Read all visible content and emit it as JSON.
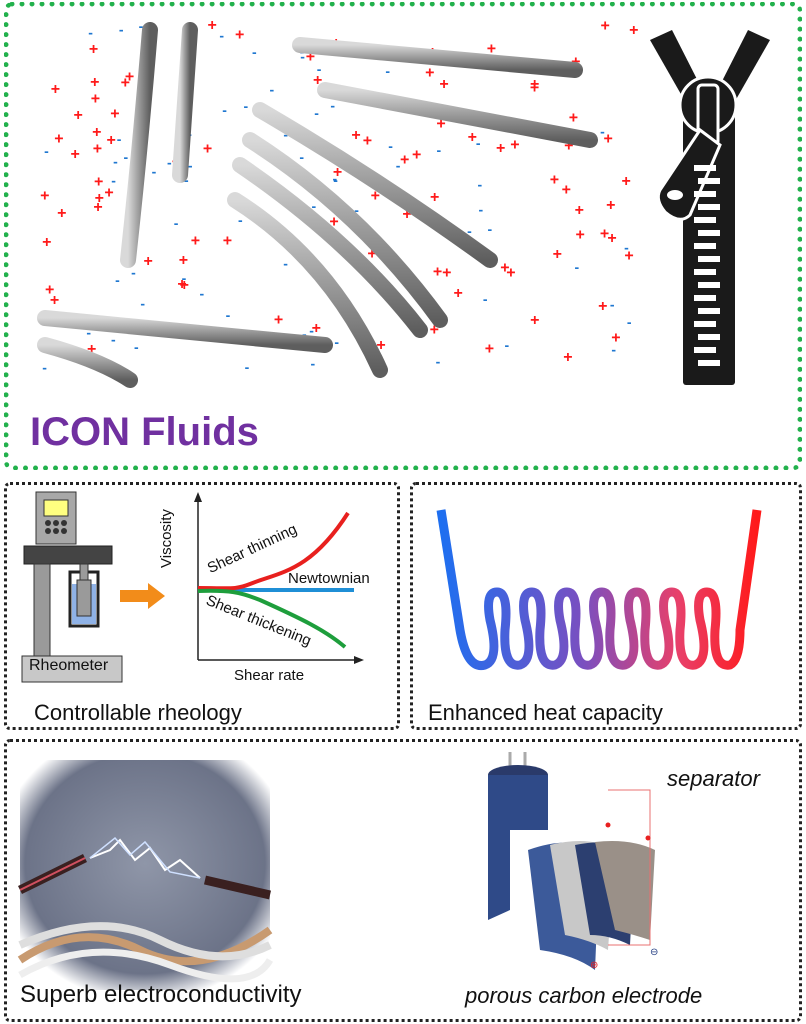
{
  "top_panel": {
    "title": "ICON Fluids",
    "title_color": "#7030a0",
    "border_color": "#22b14c",
    "icons": [
      "carbon-nanotube-icon",
      "zipper-icon"
    ],
    "charge_colors": {
      "positive": "#ff1a1a",
      "negative": "#1f77d0"
    }
  },
  "rheology_panel": {
    "caption": "Controllable rheology",
    "device_label": "Rheometer",
    "chart_data": {
      "type": "line",
      "title": "",
      "xlabel": "Shear rate",
      "ylabel": "Viscosity",
      "series": [
        {
          "name": "Shear thinning",
          "color": "#e8201e",
          "trend": "increasing"
        },
        {
          "name": "Newtownian",
          "color": "#1f8fd6",
          "trend": "constant"
        },
        {
          "name": "Shear thickening",
          "color": "#1e9e3c",
          "trend": "decreasing"
        }
      ],
      "grid": false
    }
  },
  "heat_panel": {
    "caption": "Enhanced heat capacity",
    "gradient": [
      "#1e6ff0",
      "#7a4fc0",
      "#ff1a1a"
    ]
  },
  "electro_panel": {
    "caption": "Superb electroconductivity",
    "capacitor_label_top": "separator",
    "capacitor_label_bottom": "porous carbon electrode"
  }
}
